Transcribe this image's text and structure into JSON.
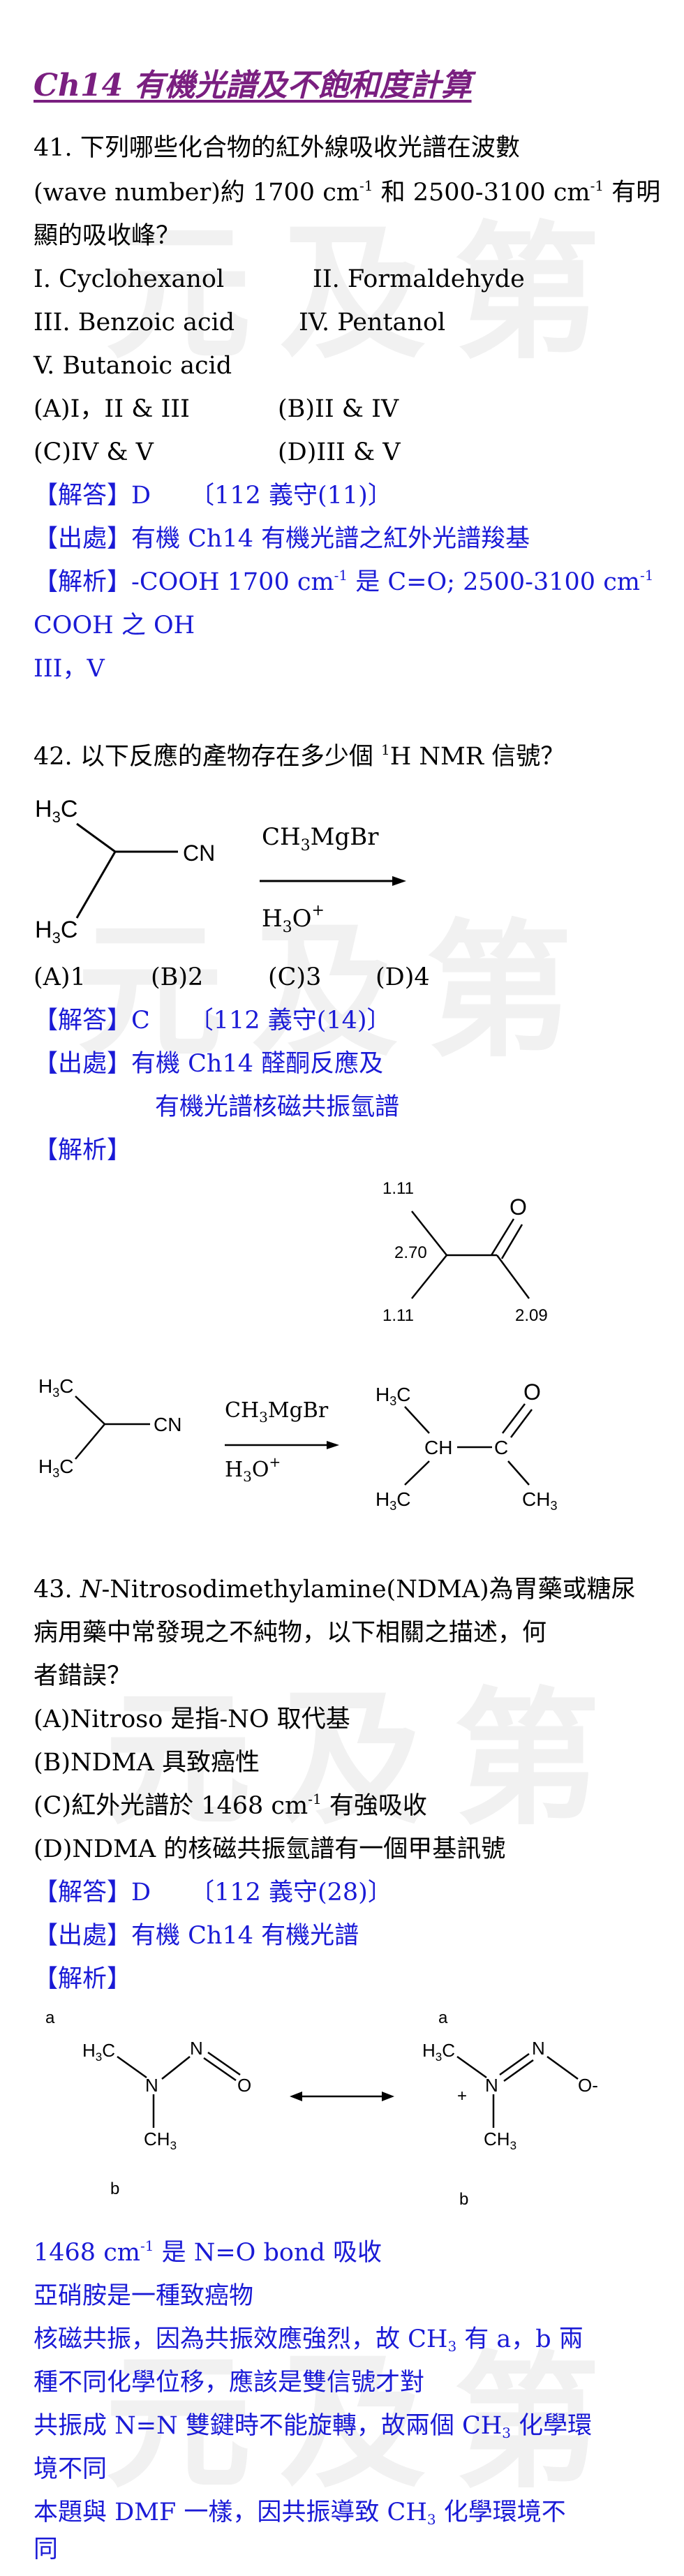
{
  "watermark": "元及第",
  "title": "Ch14 有機光譜及不飽和度計算",
  "q41": {
    "number": "41.",
    "stem_1": "下列哪些化合物的紅外線吸收光譜在波數",
    "stem_2a": "(wave number)約 1700 cm",
    "stem_2b": " 和 2500-3100 cm",
    "stem_2c": " 有明",
    "sup_neg1": "-1",
    "stem_3": "顯的吸收峰？",
    "item_1": "I. Cyclohexanol",
    "item_2": "II. Formaldehyde",
    "item_3": "III. Benzoic acid",
    "item_4": "IV. Pentanol",
    "item_5": "V. Butanoic acid",
    "opt_a": "(A)I，II & III",
    "opt_b": "(B)II & IV",
    "opt_c": "(C)IV & V",
    "opt_d": "(D)III & V",
    "answer_label": "【解答】D",
    "answer_ref": "〔112 義守(11)〕",
    "source": "【出處】有機 Ch14 有機光譜之紅外光譜羧基",
    "analysis_a": "【解析】-COOH 1700 cm",
    "analysis_b": " 是 C=O; 2500-3100 cm",
    "analysis_2": "COOH 之 OH",
    "analysis_3": "III，V"
  },
  "q42": {
    "number": "42.",
    "stem_a": "以下反應的產物存在多少個 ",
    "stem_sup": "1",
    "stem_b": "H NMR 信號？",
    "opt_a": "(A)1",
    "opt_b": "(B)2",
    "opt_c": "(C)3",
    "opt_d": "(D)4",
    "answer_label": "【解答】C",
    "answer_ref": "〔112 義守(14)〕",
    "source_1": "【出處】有機 Ch14 醛酮反應及",
    "source_2": "有機光譜核磁共振氫譜",
    "analysis": "【解析】",
    "scheme": {
      "h3c_top": "H3C",
      "cn": "CN",
      "h3c_bottom": "H3C",
      "reagent_1": "CH3MgBr",
      "reagent_2": "H3O+"
    },
    "nmr": {
      "shift_a": "1.11",
      "shift_b": "2.70",
      "shift_c": "1.11",
      "shift_d": "2.09",
      "o": "O"
    },
    "product": {
      "h3c_top": "H3C",
      "ch": "CH",
      "c": "C",
      "o": "O",
      "h3c_bottom": "H3C",
      "ch3": "CH3"
    }
  },
  "q43": {
    "number": "43.",
    "stem_1a": "N",
    "stem_1b": "-Nitrosodimethylamine(NDMA)為胃藥或糖尿",
    "stem_2": "病用藥中常發現之不純物，以下相關之描述，何",
    "stem_3": "者錯誤？",
    "opt_a": "(A)Nitroso 是指-NO 取代基",
    "opt_b": "(B)NDMA 具致癌性",
    "opt_c_1": "(C)紅外光譜於 1468 cm",
    "opt_c_2": " 有強吸收",
    "opt_d": "(D)NDMA 的核磁共振氫譜有一個甲基訊號",
    "answer_label": "【解答】D",
    "answer_ref": "〔112 義守(28)〕",
    "source": "【出處】有機 Ch14 有機光譜",
    "analysis": "【解析】",
    "structure": {
      "label_a": "a",
      "label_b": "b",
      "h3c": "H3C",
      "n": "N",
      "o": "O",
      "ch3": "CH3",
      "plus": "+",
      "o_minus": "O-"
    },
    "exp_1a": "1468 cm",
    "exp_1b": " 是 N=O bond 吸收",
    "exp_2": "亞硝胺是一種致癌物",
    "exp_3a": "核磁共振，因為共振效應強烈，故 CH",
    "exp_3b": " 有 a，b 兩",
    "exp_4": "種不同化學位移，應該是雙信號才對",
    "exp_5a": "共振成 N=N 雙鍵時不能旋轉，故兩個 CH",
    "exp_5b": " 化學環",
    "exp_6": "境不同",
    "exp_7a": "本題與 DMF 一樣，因共振導致 CH",
    "exp_7b": " 化學環境不",
    "exp_8": "同",
    "sub_3": "3"
  },
  "colors": {
    "title": "#7a1f80",
    "answer_blue": "#1a1ad6",
    "text": "#000000"
  }
}
